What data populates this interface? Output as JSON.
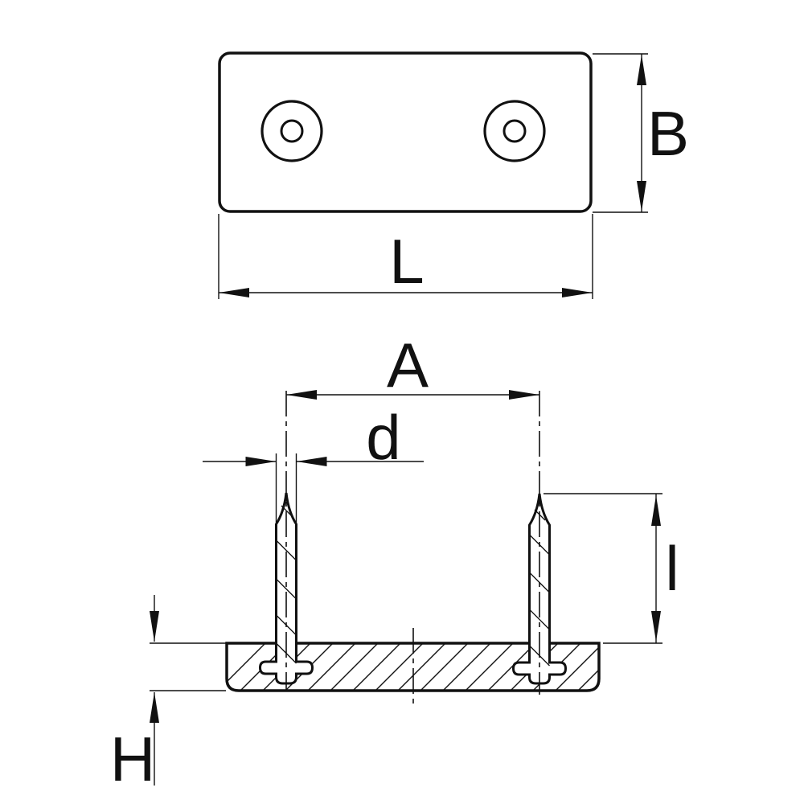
{
  "colors": {
    "background": "#ffffff",
    "ink": "#111111"
  },
  "drawing": {
    "dimension_labels": {
      "plate_height": "B",
      "plate_length": "L",
      "pin_spacing": "A",
      "pin_diameter": "d",
      "pin_length": "l",
      "base_thickness": "H"
    }
  }
}
